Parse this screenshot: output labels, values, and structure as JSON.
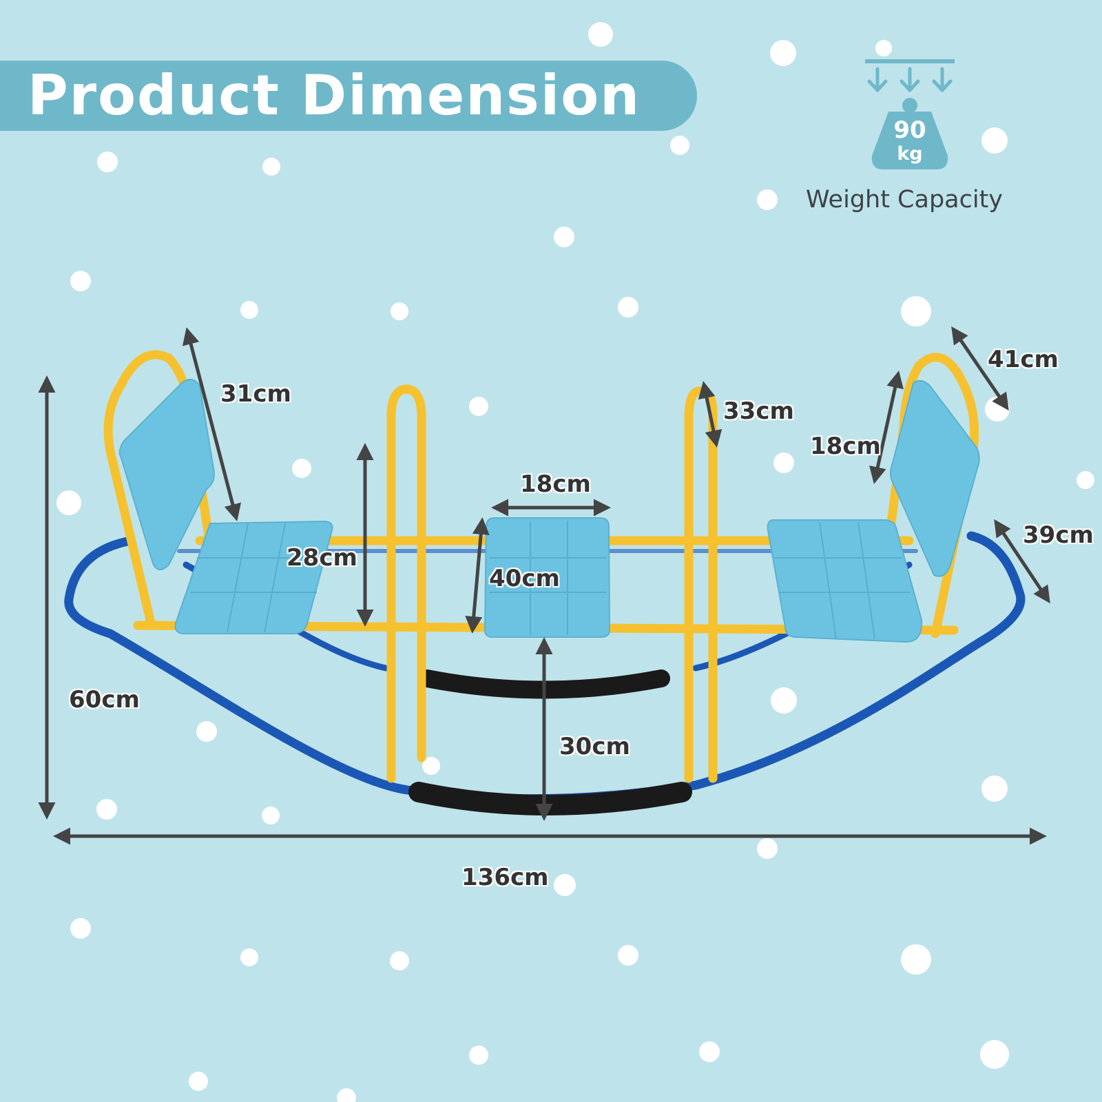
{
  "title": "Product Dimension",
  "weight": {
    "value": "90",
    "unit": "kg",
    "label": "Weight Capacity"
  },
  "dimensions": {
    "backrest_height_left": "31cm",
    "backrest_width_right": "41cm",
    "handle_height": "33cm",
    "backrest_height_right": "18cm",
    "center_seat_width": "18cm",
    "seat_to_handle": "28cm",
    "center_seat_depth": "40cm",
    "end_rail": "39cm",
    "total_height": "60cm",
    "ground_clearance": "30cm",
    "total_length": "136cm"
  },
  "colors": {
    "background": "#bfe3ea",
    "banner": "#6fb8c9",
    "frame_yellow": "#f6c12f",
    "base_blue": "#1b57b5",
    "seat_blue": "#6cc3e1",
    "pad_black": "#1a1a1a"
  }
}
